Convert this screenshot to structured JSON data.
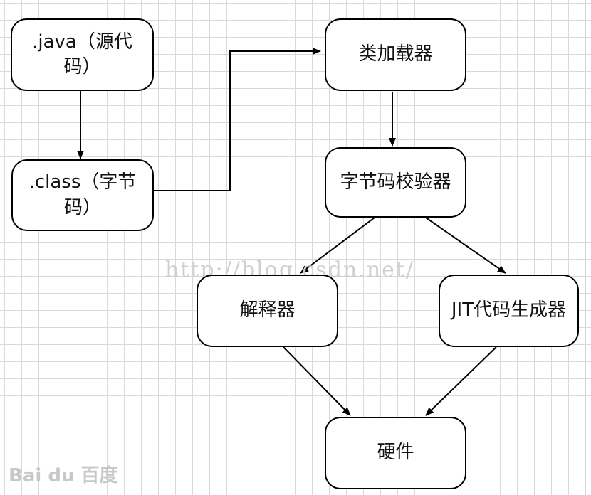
{
  "nodes": {
    "java_source": ".java（源代码）",
    "class_bytecode": ".class（字节码）",
    "class_loader": "类加载器",
    "bytecode_verifier": "字节码校验器",
    "interpreter": "解释器",
    "jit_generator": "JIT代码生成器",
    "hardware": "硬件"
  },
  "watermark": "http://blog.csdn.net/",
  "brand": "Bai du 百度",
  "colors": {
    "stroke": "#000000",
    "grid": "#d9d9d9",
    "watermark": "#cfcfcf"
  }
}
